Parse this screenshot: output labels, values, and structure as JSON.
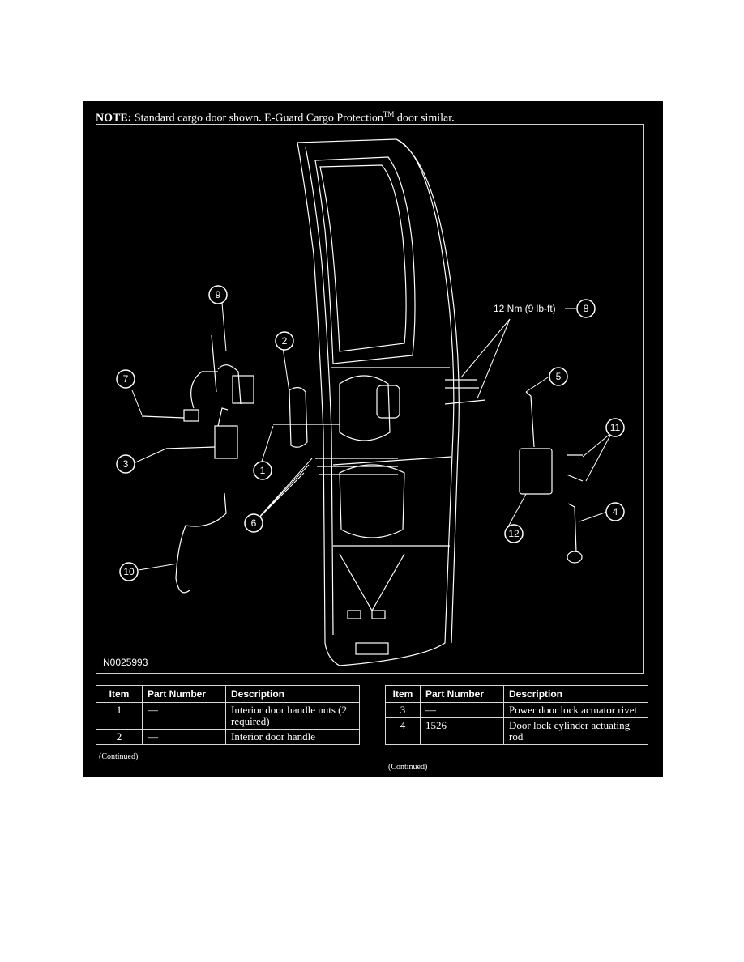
{
  "note": {
    "label": "NOTE:",
    "text": "Standard cargo door shown. E-Guard Cargo Protection",
    "tm": "TM",
    "tail": " door similar."
  },
  "diagram": {
    "figure_id": "N0025993",
    "torque_label": "12 Nm (9 lb-ft)",
    "callouts": [
      "1",
      "2",
      "3",
      "4",
      "5",
      "6",
      "7",
      "8",
      "9",
      "10",
      "11",
      "12"
    ]
  },
  "tables": {
    "headers": {
      "item": "Item",
      "part_number": "Part Number",
      "description": "Description"
    },
    "left": {
      "rows": [
        {
          "item": "1",
          "part_number": "—",
          "description": "Interior door handle nuts (2 required)"
        },
        {
          "item": "2",
          "part_number": "—",
          "description": "Interior door handle"
        }
      ],
      "continued": "(Continued)"
    },
    "right": {
      "rows": [
        {
          "item": "3",
          "part_number": "—",
          "description": "Power door lock actuator rivet"
        },
        {
          "item": "4",
          "part_number": "1526",
          "description": "Door lock cylinder actuating rod"
        }
      ],
      "continued": "(Continued)"
    }
  }
}
